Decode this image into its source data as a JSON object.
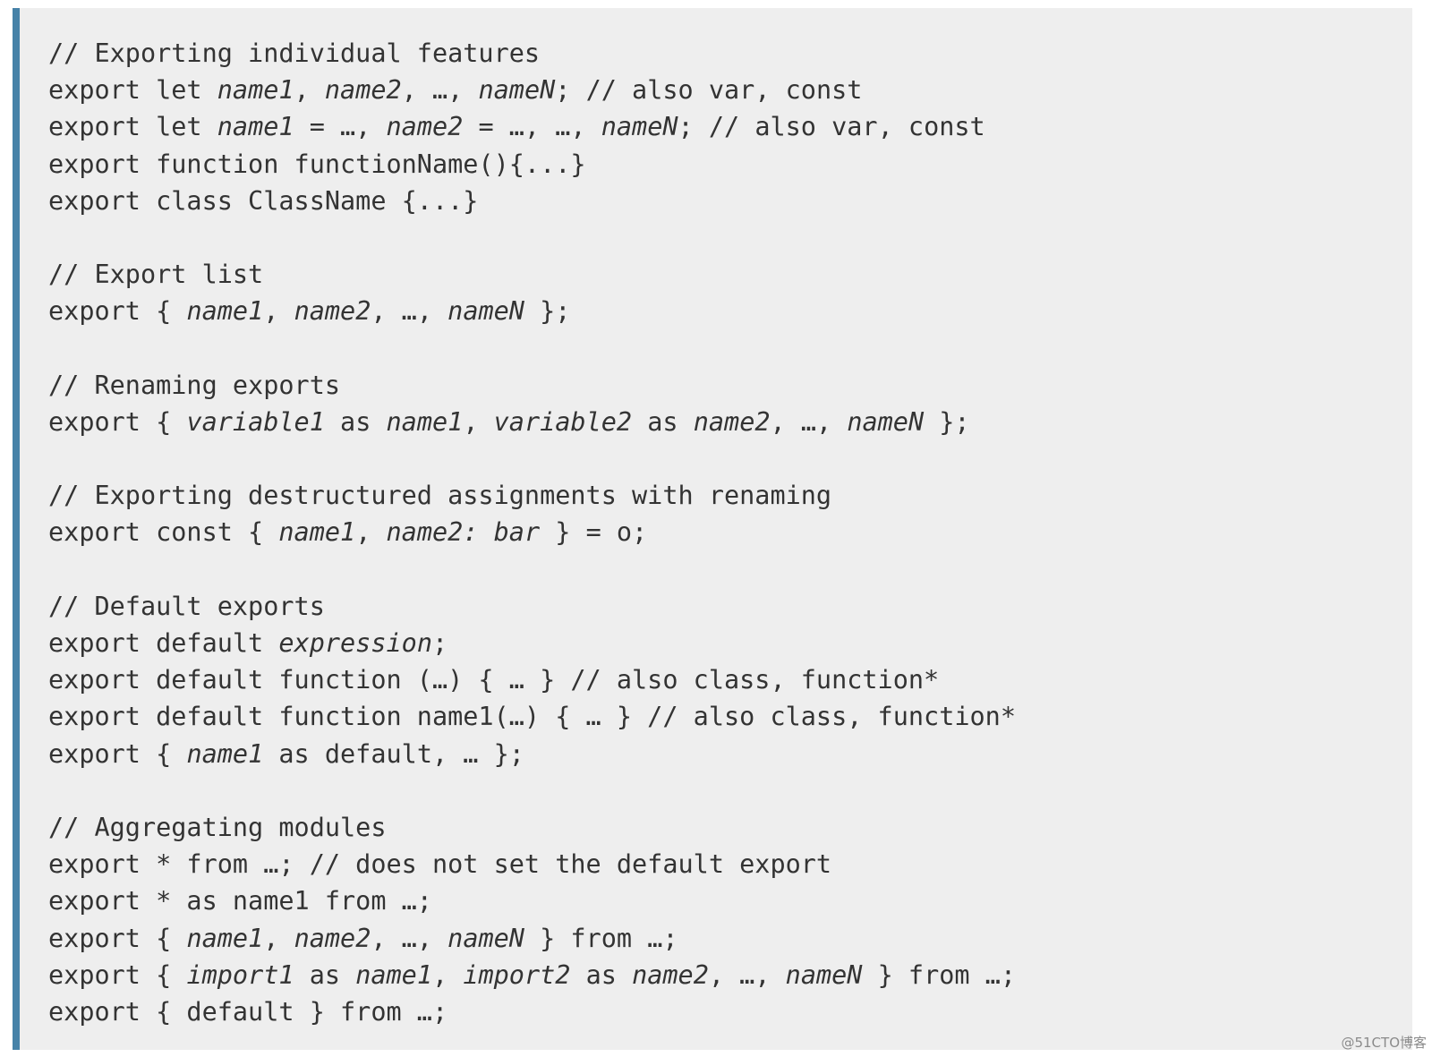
{
  "code": {
    "lines": [
      [
        {
          "t": "// Exporting individual features"
        }
      ],
      [
        {
          "t": "export let "
        },
        {
          "t": "name1",
          "i": true
        },
        {
          "t": ", "
        },
        {
          "t": "name2",
          "i": true
        },
        {
          "t": ", …, "
        },
        {
          "t": "nameN",
          "i": true
        },
        {
          "t": "; // also var, const"
        }
      ],
      [
        {
          "t": "export let "
        },
        {
          "t": "name1",
          "i": true
        },
        {
          "t": " = …, "
        },
        {
          "t": "name2",
          "i": true
        },
        {
          "t": " = …, …, "
        },
        {
          "t": "nameN",
          "i": true
        },
        {
          "t": "; // also var, const"
        }
      ],
      [
        {
          "t": "export function functionName(){...}"
        }
      ],
      [
        {
          "t": "export class ClassName {...}"
        }
      ],
      [
        {
          "t": ""
        }
      ],
      [
        {
          "t": "// Export list"
        }
      ],
      [
        {
          "t": "export { "
        },
        {
          "t": "name1",
          "i": true
        },
        {
          "t": ", "
        },
        {
          "t": "name2",
          "i": true
        },
        {
          "t": ", …, "
        },
        {
          "t": "nameN",
          "i": true
        },
        {
          "t": " };"
        }
      ],
      [
        {
          "t": ""
        }
      ],
      [
        {
          "t": "// Renaming exports"
        }
      ],
      [
        {
          "t": "export { "
        },
        {
          "t": "variable1",
          "i": true
        },
        {
          "t": " as "
        },
        {
          "t": "name1",
          "i": true
        },
        {
          "t": ", "
        },
        {
          "t": "variable2",
          "i": true
        },
        {
          "t": " as "
        },
        {
          "t": "name2",
          "i": true
        },
        {
          "t": ", …, "
        },
        {
          "t": "nameN",
          "i": true
        },
        {
          "t": " };"
        }
      ],
      [
        {
          "t": ""
        }
      ],
      [
        {
          "t": "// Exporting destructured assignments with renaming"
        }
      ],
      [
        {
          "t": "export const { "
        },
        {
          "t": "name1",
          "i": true
        },
        {
          "t": ", "
        },
        {
          "t": "name2: bar",
          "i": true
        },
        {
          "t": " } = o;"
        }
      ],
      [
        {
          "t": ""
        }
      ],
      [
        {
          "t": "// Default exports"
        }
      ],
      [
        {
          "t": "export default "
        },
        {
          "t": "expression",
          "i": true
        },
        {
          "t": ";"
        }
      ],
      [
        {
          "t": "export default function (…) { … } // also class, function*"
        }
      ],
      [
        {
          "t": "export default function name1(…) { … } // also class, function*"
        }
      ],
      [
        {
          "t": "export { "
        },
        {
          "t": "name1",
          "i": true
        },
        {
          "t": " as default, … };"
        }
      ],
      [
        {
          "t": ""
        }
      ],
      [
        {
          "t": "// Aggregating modules"
        }
      ],
      [
        {
          "t": "export * from …; // does not set the default export"
        }
      ],
      [
        {
          "t": "export * as name1 from …;"
        }
      ],
      [
        {
          "t": "export { "
        },
        {
          "t": "name1",
          "i": true
        },
        {
          "t": ", "
        },
        {
          "t": "name2",
          "i": true
        },
        {
          "t": ", …, "
        },
        {
          "t": "nameN",
          "i": true
        },
        {
          "t": " } from …;"
        }
      ],
      [
        {
          "t": "export { "
        },
        {
          "t": "import1",
          "i": true
        },
        {
          "t": " as "
        },
        {
          "t": "name1",
          "i": true
        },
        {
          "t": ", "
        },
        {
          "t": "import2",
          "i": true
        },
        {
          "t": " as "
        },
        {
          "t": "name2",
          "i": true
        },
        {
          "t": ", …, "
        },
        {
          "t": "nameN",
          "i": true
        },
        {
          "t": " } from …;"
        }
      ],
      [
        {
          "t": "export { default } from …;"
        }
      ]
    ]
  },
  "watermark": {
    "text": "@51CTO博客"
  },
  "colors": {
    "background": "#eeeeee",
    "accent_border": "#4682a8",
    "text": "#333333"
  }
}
